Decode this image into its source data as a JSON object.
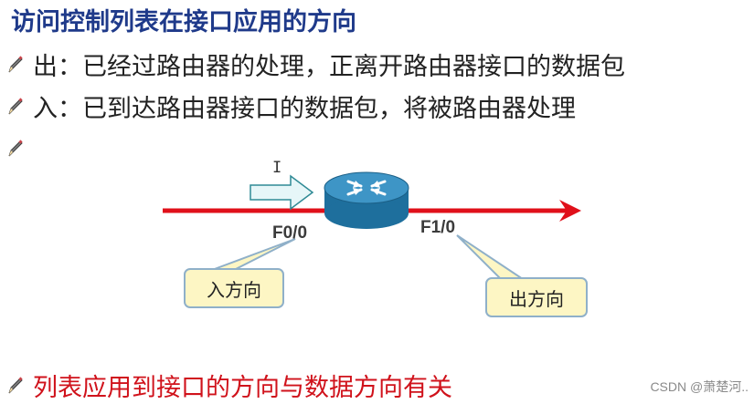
{
  "title": "访问控制列表在接口应用的方向",
  "bullets": {
    "out": "出：已经过路由器的处理，正离开路由器接口的数据包",
    "in": "入：已到达路由器接口的数据包，将被路由器处理",
    "empty": "",
    "note": "列表应用到接口的方向与数据方向有关"
  },
  "icons": {
    "bullet_icon": "pencil-icon",
    "router_icon": "router-icon",
    "cursor_icon": "text-cursor-icon"
  },
  "diagram": {
    "interface_in": "F0/0",
    "interface_out": "F1/0",
    "callout_in": "入方向",
    "callout_out": "出方向",
    "cursor_glyph": "I"
  },
  "colors": {
    "title": "#1f3a8a",
    "note": "#d0121b",
    "data_line": "#e0101a",
    "router": "#2f86b6",
    "callout_fill": "#fdf6c4",
    "callout_border": "#8fb0c9",
    "hollow_arrow": "#e6f6f8"
  },
  "watermark": "CSDN @萧楚河.."
}
